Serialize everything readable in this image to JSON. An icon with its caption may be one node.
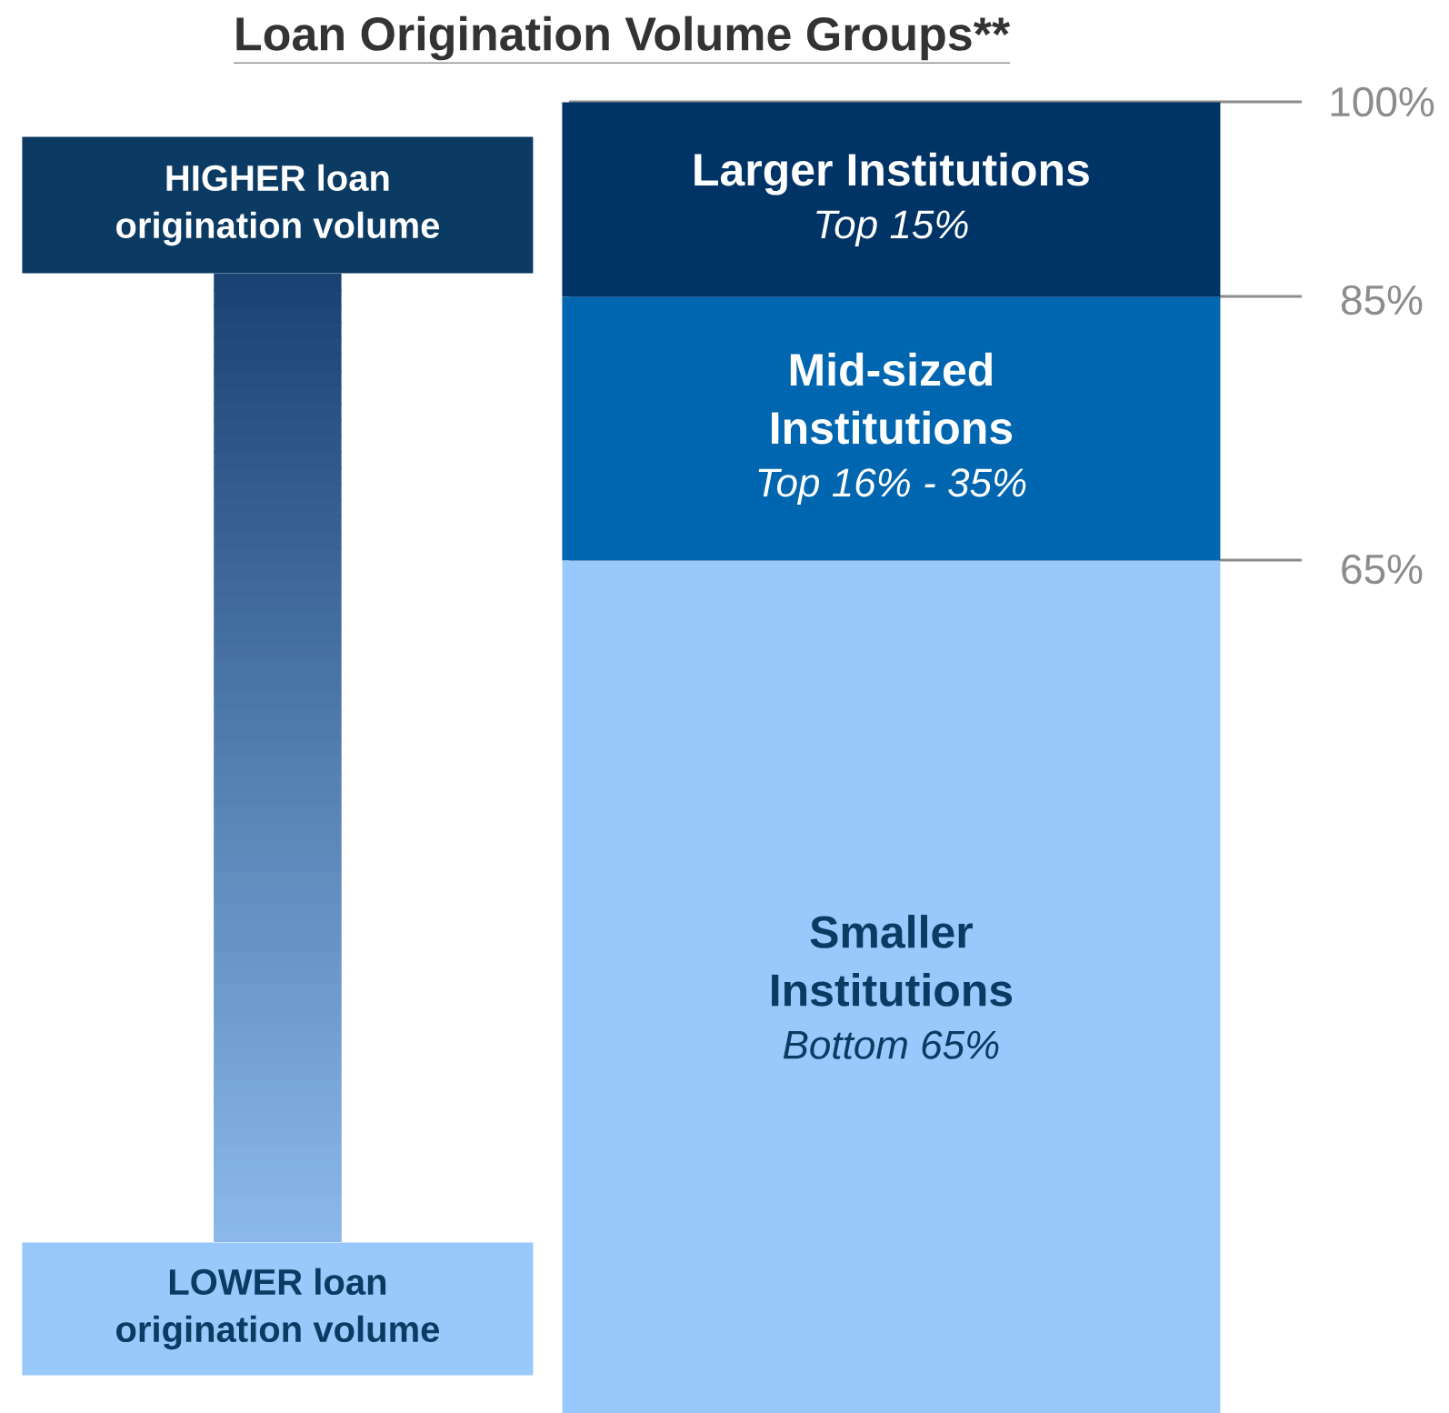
{
  "diagram": {
    "title": "Loan Origination Volume Groups**",
    "nodes": [
      {
        "text": [
          "HIGHER loan origination volume"
        ]
      },
      {
        "text": [
          "LOWER loan origination volume"
        ]
      },
      {
        "text": [
          "Larger Institutions",
          "Top 15%"
        ]
      },
      {
        "text": [
          "Mid-sized Institutions",
          "Top 16% - 35%"
        ]
      },
      {
        "text": [
          "Smaller Institutions",
          "Bottom 65%"
        ]
      }
    ],
    "edges": [
      {
        "from": 0,
        "to": 1,
        "arrow": "none"
      }
    ],
    "labels": [
      "100%",
      "85%",
      "65%"
    ]
  }
}
